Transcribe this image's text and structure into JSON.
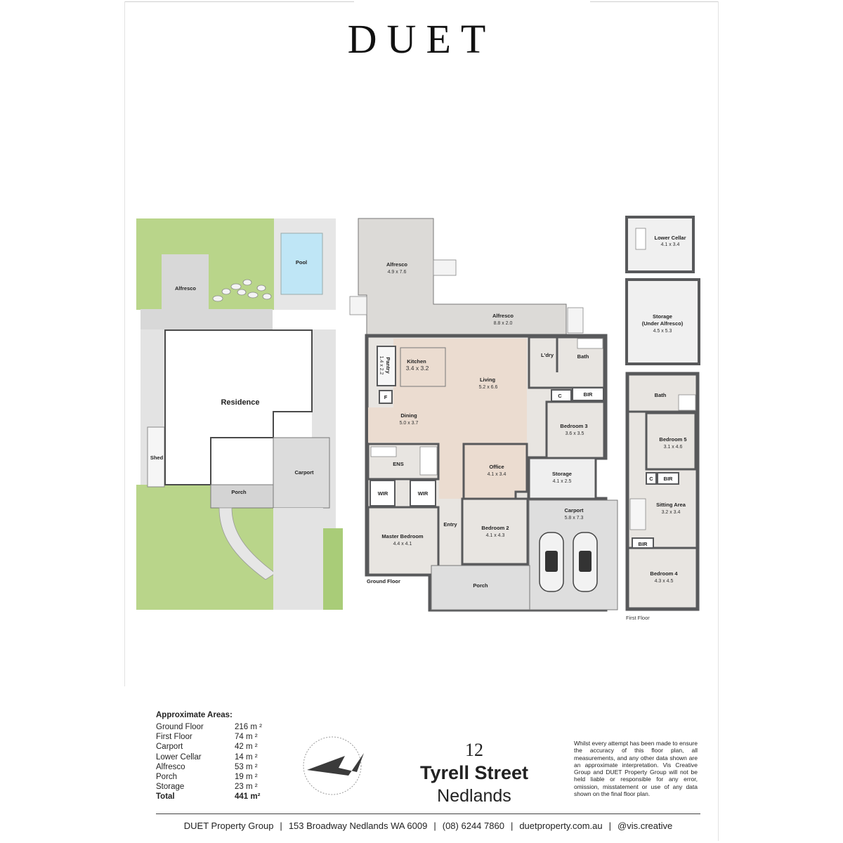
{
  "brand": "DUET",
  "site_plan": {
    "pool": "Pool",
    "alfresco": "Alfresco",
    "residence": "Residence",
    "shed": "Shed",
    "carport": "Carport",
    "porch": "Porch"
  },
  "ground_floor": {
    "label": "Ground Floor",
    "rooms": [
      {
        "key": "alfresco_top",
        "name": "Alfresco",
        "dims": "4.9 x 7.6"
      },
      {
        "key": "alfresco_side",
        "name": "Alfresco",
        "dims": "8.8 x 2.0"
      },
      {
        "key": "pantry",
        "name": "Pantry",
        "dims": "1.4 x 2.2"
      },
      {
        "key": "kitchen",
        "name": "Kitchen",
        "dims": "3.4 x 3.2"
      },
      {
        "key": "living",
        "name": "Living",
        "dims": "5.2 x 6.6"
      },
      {
        "key": "laundry",
        "name": "L'dry",
        "dims": ""
      },
      {
        "key": "bath",
        "name": "Bath",
        "dims": ""
      },
      {
        "key": "fridge",
        "name": "F",
        "dims": ""
      },
      {
        "key": "dining",
        "name": "Dining",
        "dims": "5.0 x 3.7"
      },
      {
        "key": "c",
        "name": "C",
        "dims": ""
      },
      {
        "key": "bir",
        "name": "BIR",
        "dims": ""
      },
      {
        "key": "bedroom3",
        "name": "Bedroom 3",
        "dims": "3.6 x 3.5"
      },
      {
        "key": "ens",
        "name": "ENS",
        "dims": ""
      },
      {
        "key": "office",
        "name": "Office",
        "dims": "4.1 x 3.4"
      },
      {
        "key": "storage",
        "name": "Storage",
        "dims": "4.1 x 2.5"
      },
      {
        "key": "wir1",
        "name": "WIR",
        "dims": ""
      },
      {
        "key": "wir2",
        "name": "WIR",
        "dims": ""
      },
      {
        "key": "carport",
        "name": "Carport",
        "dims": "5.8 x 7.3"
      },
      {
        "key": "entry",
        "name": "Entry",
        "dims": ""
      },
      {
        "key": "bedroom2",
        "name": "Bedroom 2",
        "dims": "4.1 x 4.3"
      },
      {
        "key": "master",
        "name": "Master Bedroom",
        "dims": "4.4 x 4.1"
      },
      {
        "key": "porch",
        "name": "Porch",
        "dims": ""
      }
    ]
  },
  "lower_cellar": {
    "name": "Lower Cellar",
    "dims": "4.1 x 3.4"
  },
  "storage_under": {
    "name": "Storage",
    "name2": "(Under Alfresco)",
    "dims": "4.5 x 5.3"
  },
  "first_floor": {
    "label": "First Floor",
    "rooms": [
      {
        "key": "bath",
        "name": "Bath",
        "dims": ""
      },
      {
        "key": "bedroom5",
        "name": "Bedroom 5",
        "dims": "3.1 x 4.6"
      },
      {
        "key": "c",
        "name": "C",
        "dims": ""
      },
      {
        "key": "bir1",
        "name": "BIR",
        "dims": ""
      },
      {
        "key": "sitting",
        "name": "Sitting Area",
        "dims": "3.2 x 3.4"
      },
      {
        "key": "bir2",
        "name": "BIR",
        "dims": ""
      },
      {
        "key": "bedroom4",
        "name": "Bedroom 4",
        "dims": "4.3 x 4.5"
      }
    ]
  },
  "areas": {
    "heading": "Approximate Areas:",
    "rows": [
      {
        "label": "Ground Floor",
        "value": "216 m ²"
      },
      {
        "label": "First Floor",
        "value": "74 m ²"
      },
      {
        "label": "Carport",
        "value": "42 m ²"
      },
      {
        "label": "Lower Cellar",
        "value": "14 m ²"
      },
      {
        "label": "Alfresco",
        "value": "53 m ²"
      },
      {
        "label": "Porch",
        "value": "19 m ²"
      },
      {
        "label": "Storage",
        "value": "23 m ²"
      }
    ],
    "total_label": "Total",
    "total_value": "441 m²"
  },
  "address": {
    "number": "12",
    "street": "Tyrell Street",
    "suburb": "Nedlands"
  },
  "disclaimer": "Whilst every attempt has been made to ensure the accuracy of this floor plan, all measurements, and any other data shown are an approximate interpretation. Vis Creative Group and DUET Property Group will not be held liable or responsible for any error, omission, misstatement or use of any data shown on the final floor plan.",
  "footer": {
    "company": "DUET Property Group",
    "address": "153 Broadway Nedlands WA 6009",
    "phone": "(08) 6244 7860",
    "web": "duetproperty.com.au",
    "social": "@vis.creative",
    "separator": "|"
  },
  "colors": {
    "wall": "#58595b",
    "floor": "#e9e6e2",
    "living_floor": "#e9d9ce",
    "grass": "#b9d58a",
    "pool": "#bfe6f6",
    "paving": "#e3e3e3"
  },
  "icons": [
    "compass-icon",
    "car-icon"
  ]
}
